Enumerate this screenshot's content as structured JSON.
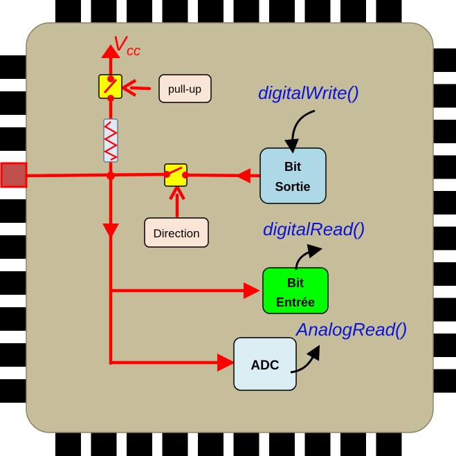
{
  "colors": {
    "chip_body": "#c6bd9a",
    "pin": "#000000",
    "wire": "#ff0000",
    "switch": "#ffff00",
    "label_box": "#fbe5d6",
    "bit_sortie": "#add8e6",
    "bit_entree": "#00ff00",
    "adc": "#dbeef4",
    "function_text": "#0a14d8"
  },
  "labels": {
    "vcc_main": "V",
    "vcc_sub": "cc",
    "pullup": "pull-up",
    "direction": "Direction",
    "bit_sortie_line1": "Bit",
    "bit_sortie_line2": "Sortie",
    "bit_entree_line1": "Bit",
    "bit_entree_line2": "Entrée",
    "adc": "ADC"
  },
  "functions": {
    "digital_write": "digitalWrite()",
    "digital_read": "digitalRead()",
    "analog_read": "AnalogRead()"
  },
  "pins": {
    "top_count": 10,
    "bottom_count": 10,
    "left_count": 10,
    "right_count": 10,
    "highlighted_pin": "left-5"
  }
}
